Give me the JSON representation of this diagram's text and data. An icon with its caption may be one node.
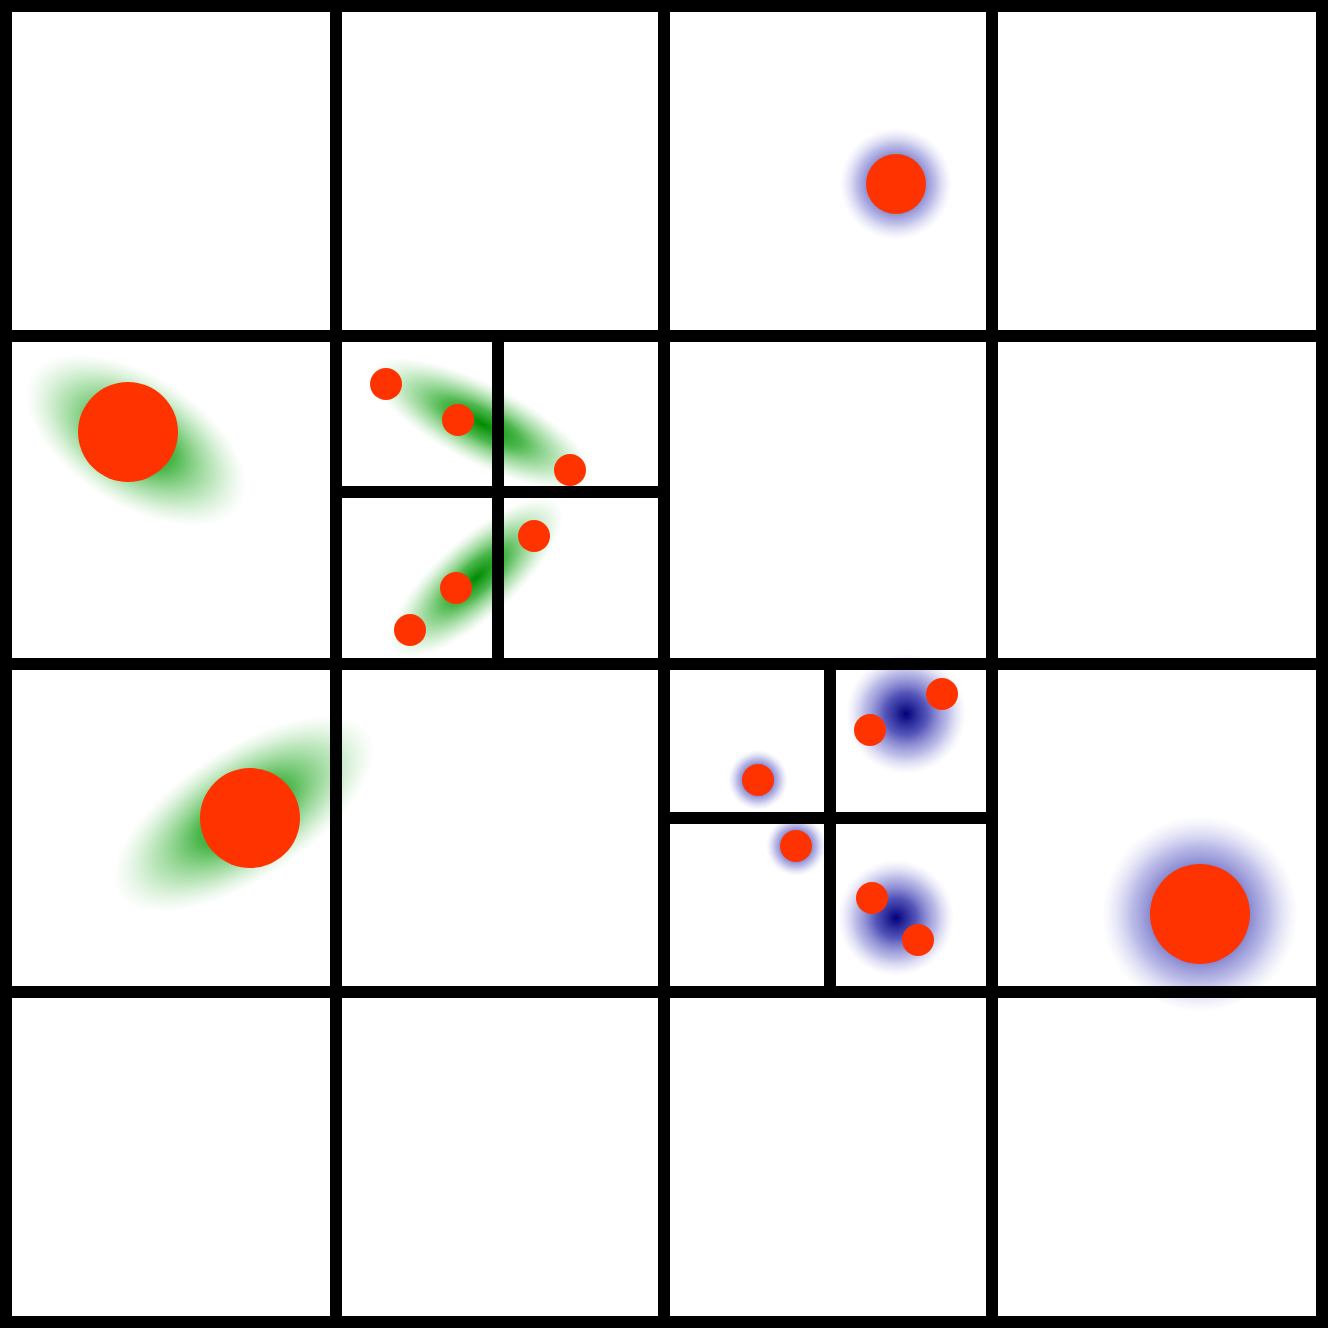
{
  "diagram": {
    "nodes": [
      {
        "text": [],
        "shape": "box"
      },
      {
        "text": [],
        "shape": "box"
      },
      {
        "text": [],
        "shape": "box"
      },
      {
        "text": [],
        "shape": "circle",
        "in": 2
      },
      {
        "text": [],
        "shape": "box"
      },
      {
        "text": [],
        "shape": "box"
      },
      {
        "text": [],
        "shape": "circle",
        "in": 5
      },
      {
        "text": [],
        "shape": "box"
      },
      {
        "text": [],
        "shape": "box",
        "in": 7
      },
      {
        "text": [],
        "shape": "circle",
        "in": 8
      },
      {
        "text": [],
        "shape": "circle",
        "in": 8
      },
      {
        "text": [],
        "shape": "box",
        "in": 7
      },
      {
        "text": [],
        "shape": "circle",
        "in": 11
      },
      {
        "text": [],
        "shape": "box",
        "in": 7
      },
      {
        "text": [],
        "shape": "circle",
        "in": 13
      },
      {
        "text": [],
        "shape": "circle",
        "in": 13
      },
      {
        "text": [],
        "shape": "box",
        "in": 7
      },
      {
        "text": [],
        "shape": "circle",
        "in": 16
      },
      {
        "text": [],
        "shape": "box"
      },
      {
        "text": [],
        "shape": "box"
      },
      {
        "text": [],
        "shape": "box"
      },
      {
        "text": [],
        "shape": "circle",
        "in": 20
      },
      {
        "text": [],
        "shape": "box"
      },
      {
        "text": [],
        "shape": "box"
      },
      {
        "text": [],
        "shape": "box",
        "in": 23
      },
      {
        "text": [],
        "shape": "circle",
        "in": 24
      },
      {
        "text": [],
        "shape": "box",
        "in": 23
      },
      {
        "text": [],
        "shape": "circle",
        "in": 26
      },
      {
        "text": [],
        "shape": "circle",
        "in": 26
      },
      {
        "text": [],
        "shape": "box",
        "in": 23
      },
      {
        "text": [],
        "shape": "circle",
        "in": 29
      },
      {
        "text": [],
        "shape": "box",
        "in": 23
      },
      {
        "text": [],
        "shape": "circle",
        "in": 31
      },
      {
        "text": [],
        "shape": "circle",
        "in": 31
      },
      {
        "text": [],
        "shape": "box"
      },
      {
        "text": [],
        "shape": "circle",
        "in": 34
      },
      {
        "text": [],
        "shape": "box"
      },
      {
        "text": [],
        "shape": "box"
      },
      {
        "text": [],
        "shape": "box"
      },
      {
        "text": [],
        "shape": "box"
      }
    ]
  }
}
